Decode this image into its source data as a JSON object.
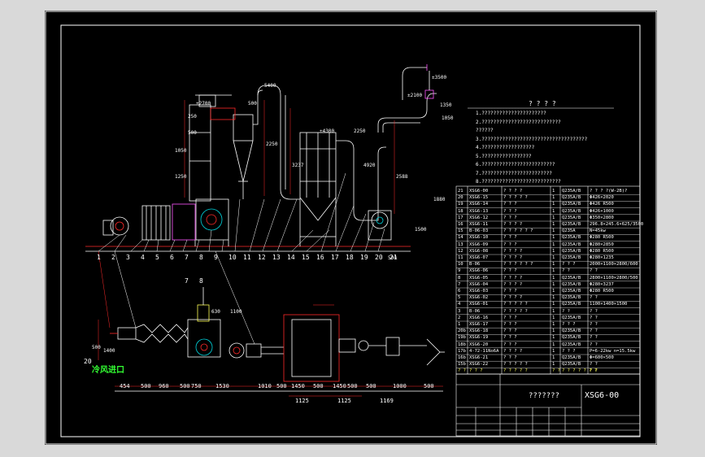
{
  "drawing": {
    "number": "XSG6-00",
    "title_text": "???????",
    "notes_heading": "? ? ? ?",
    "legend_text": "冷风进口",
    "callout_numbers": [
      "1",
      "2",
      "3",
      "4",
      "5",
      "6",
      "7",
      "8",
      "9",
      "10",
      "11",
      "12",
      "13",
      "14",
      "15",
      "16",
      "17",
      "18",
      "19",
      "20",
      "21"
    ],
    "plan_callouts": [
      "7",
      "8",
      "20"
    ],
    "dimensions": {
      "bottom": [
        "454",
        "500",
        "960",
        "500",
        "750",
        "1530",
        "1010",
        "500",
        "1450",
        "500",
        "1450",
        "500",
        "500",
        "1000",
        "500"
      ],
      "lower": [
        "1125",
        "1125",
        "1169"
      ],
      "misc": [
        "500",
        "1400",
        "630",
        "1100",
        "250",
        "500",
        "1050",
        "1250",
        "2250",
        "3237",
        "4920",
        "2588",
        "2250",
        "500",
        "5400",
        "±2700",
        "±4300",
        "±2100",
        "±3500",
        "1050",
        "1350",
        "500",
        "1500",
        "1880"
      ]
    },
    "bom_rows": [
      [
        "21",
        "XSG6-00",
        "? ? ? ?",
        "1",
        "Q235A/B",
        "? ? ? ?(W-2B)?"
      ],
      [
        "20",
        "XSG6-15",
        "? ? ? ? ?",
        "1",
        "Q235A/B",
        "Φ426×2020"
      ],
      [
        "19",
        "XSG6-14",
        "? ? ?",
        "1",
        "Q235A/B",
        "Φ426  R500"
      ],
      [
        "18",
        "XSG6-13",
        "? ? ?",
        "1",
        "Q235A/B",
        "Φ426×1000"
      ],
      [
        "17",
        "XSG6-12",
        "? ? ?",
        "1",
        "Q235A/B",
        "Φ350×2800"
      ],
      [
        "16",
        "XSG6-11",
        "? ? ? ?",
        "1",
        "Q235A/B",
        "296.8×245.6×625/3500"
      ],
      [
        "15",
        "B-06-03",
        "? ? ? ? ? ?",
        "1",
        "Q235A",
        "N=45kw"
      ],
      [
        "14",
        "XSG6-10",
        "? ? ?",
        "1",
        "Q235A/B",
        "Φ280  R500"
      ],
      [
        "13",
        "XSG6-09",
        "? ? ?",
        "1",
        "Q235A/B",
        "Φ280×2850"
      ],
      [
        "12",
        "XSG6-08",
        "? ? ? ?",
        "1",
        "Q235A/B",
        "Φ280  R500"
      ],
      [
        "11",
        "XSG6-07",
        "? ? ? ?",
        "1",
        "Q235A/B",
        "Φ280×1235"
      ],
      [
        "10",
        "B-06",
        "? ? ? ? ? ?",
        "1",
        "? ? ?",
        "2000×1100×2800/600"
      ],
      [
        "9",
        "XSG6-06",
        "? ? ?",
        "1",
        "? ?",
        "? ?"
      ],
      [
        "8",
        "XSG6-05",
        "? ? ? ?",
        "1",
        "Q235A/B",
        "2800×1100×2800/500"
      ],
      [
        "7",
        "XSG6-04",
        "? ? ? ?",
        "1",
        "Q235A/B",
        "Φ280×3237"
      ],
      [
        "6",
        "XSG6-03",
        "? ? ?",
        "1",
        "Q235A/B",
        "Φ280  R500"
      ],
      [
        "5",
        "XSG6-02",
        "? ? ? ?",
        "1",
        "Q235A/B",
        "? ?"
      ],
      [
        "4",
        "XSG6-01",
        "? ? ? ? ?",
        "1",
        "Q235A/B",
        "1100×1400×1500"
      ],
      [
        "3",
        "B-06",
        "? ? ? ? ?",
        "1",
        "? ?",
        "? ?"
      ],
      [
        "2",
        "XSG6-16",
        "? ? ?",
        "1",
        "Q235A/B",
        "? ?"
      ],
      [
        "1",
        "XSG6-17",
        "? ? ?",
        "1",
        "? ? ?",
        "? ?"
      ],
      [
        "20b",
        "XSG6-18",
        "? ? ?",
        "1",
        "Q235A/B",
        "? ?"
      ],
      [
        "19b",
        "XSG6-19",
        "? ? ?",
        "1",
        "Q235A/B",
        "? ?"
      ],
      [
        "18b",
        "XSG6-20",
        "? ? ?",
        "1",
        "Q235A/B",
        "? ?"
      ],
      [
        "17b",
        "4-72-11No6A",
        "? ? ? ?",
        "1",
        "? ? ?",
        "P=6-22kw  n=15.5kw"
      ],
      [
        "16b",
        "XSG6-21",
        "? ? ?",
        "1",
        "Q235A/B",
        "Φ=600×500"
      ],
      [
        "15b",
        "XSG6-22",
        "? ? ? ? ?",
        "1",
        "Q235A/B",
        "? ?"
      ]
    ],
    "bom_header": [
      "? ?",
      "? ? ?",
      "? ? ? ? ?",
      "? ?",
      "? ? ? ? ? ? ?",
      "? ?"
    ],
    "notes_lines": [
      "1.??????????????????????",
      "2.???????????????????????????",
      "  ??????",
      "3.????????????????????????????????????",
      "4.??????????????????",
      "5.?????????????????",
      "6.?????????????????????????",
      "7.????????????????????????",
      "8.???????????????????????????"
    ]
  },
  "colors": {
    "background": "#000000",
    "frame": "#ffffff",
    "line": "#ffffff",
    "accent_red": "#ff2a2a",
    "accent_green": "#33ff33",
    "accent_cyan": "#00d7e0",
    "accent_yellow": "#ffff55",
    "accent_magenta": "#ff55ff",
    "outer_bg": "#d9d9d9"
  }
}
